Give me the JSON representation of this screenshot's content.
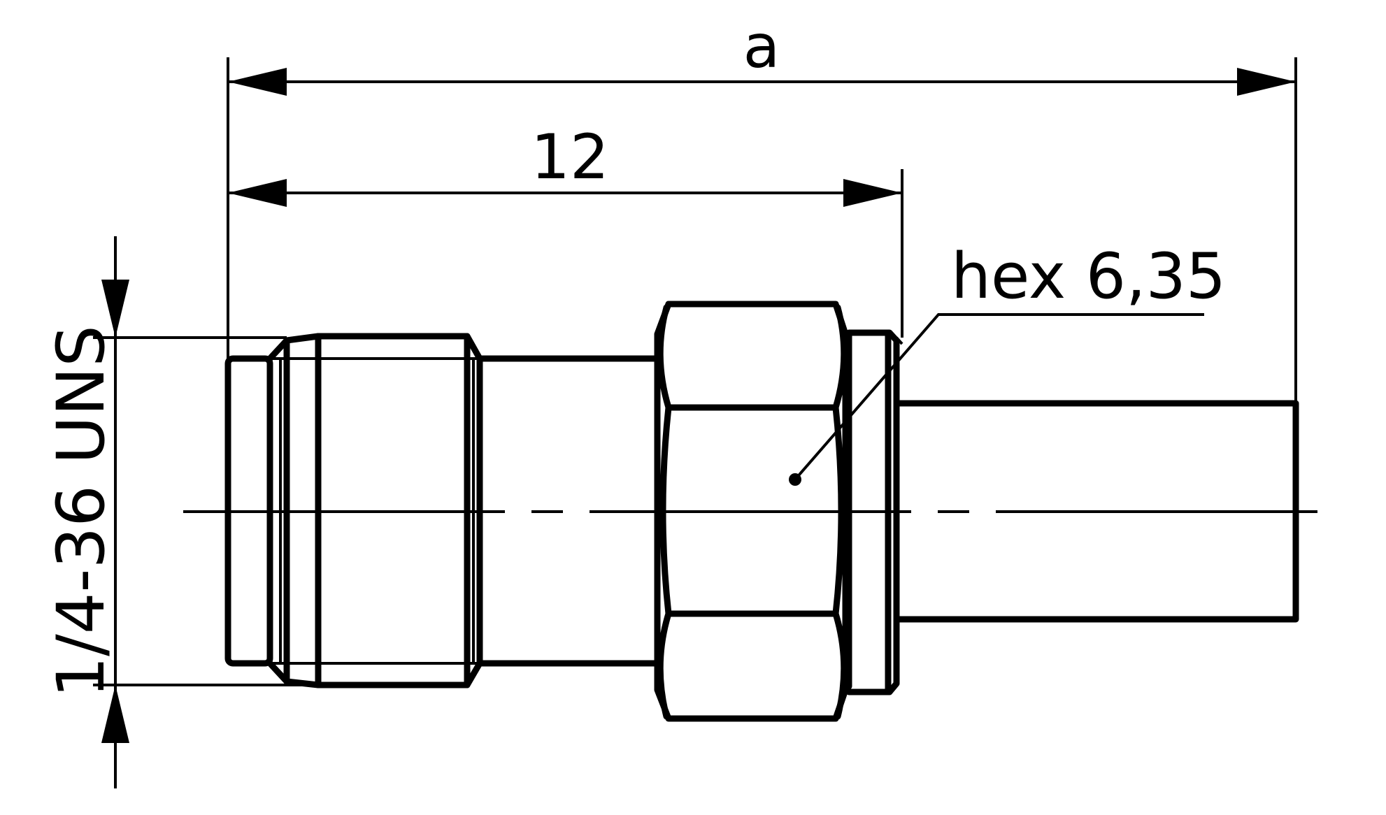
{
  "dimensions": {
    "overall_length": "a",
    "thread_length": "12",
    "hex_size": "hex 6,35",
    "thread_spec": "1/4-36 UNS"
  },
  "colors": {
    "line": "#000000",
    "background": "#ffffff"
  }
}
